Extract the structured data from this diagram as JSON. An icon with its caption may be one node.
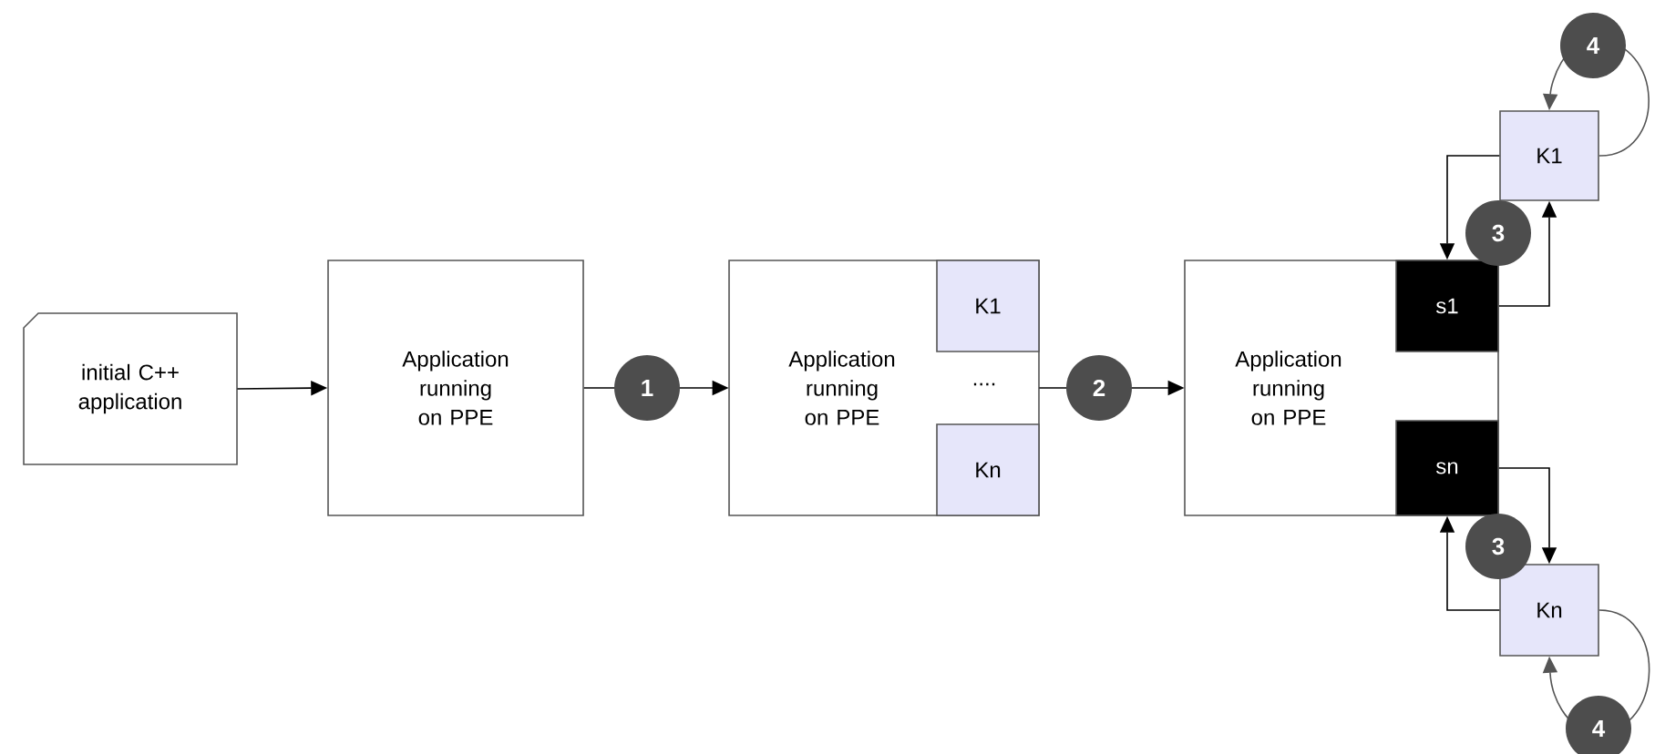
{
  "diagram": {
    "nodes": [
      {
        "text": [
          "initial C++ application"
        ]
      },
      {
        "text": [
          "Application running on PPE"
        ]
      },
      {
        "text": [
          "Application running on PPE",
          "...."
        ]
      },
      {
        "text": [
          "K1"
        ],
        "in": 2
      },
      {
        "text": [
          "Kn"
        ],
        "in": 2
      },
      {
        "text": [
          "Application running on PPE"
        ]
      },
      {
        "text": [
          "s1"
        ],
        "in": 5
      },
      {
        "text": [
          "sn"
        ],
        "in": 5
      },
      {
        "text": [
          "K1"
        ]
      },
      {
        "text": [
          "Kn"
        ]
      }
    ],
    "edges": [
      {
        "from": 0,
        "to": 1,
        "arrow": "to"
      },
      {
        "from": 1,
        "to": 2,
        "arrow": "to",
        "label": "1"
      },
      {
        "from": 2,
        "to": 5,
        "arrow": "to",
        "label": "2"
      },
      {
        "from": 8,
        "to": 6,
        "arrow": "to"
      },
      {
        "from": 6,
        "to": 8,
        "arrow": "to"
      },
      {
        "from": 7,
        "to": 9,
        "arrow": "to"
      },
      {
        "from": 9,
        "to": 7,
        "arrow": "to"
      },
      {
        "from": 8,
        "to": 8,
        "arrow": "to",
        "label": "4"
      },
      {
        "from": 9,
        "to": 9,
        "arrow": "to",
        "label": "4"
      }
    ],
    "labels": [
      "3",
      "3"
    ]
  }
}
